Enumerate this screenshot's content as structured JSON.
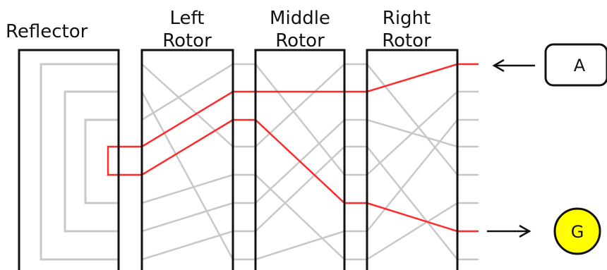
{
  "labels": {
    "reflector": "Reflector",
    "left_rotor_line1": "Left",
    "left_rotor_line2": "Rotor",
    "middle_rotor_line1": "Middle",
    "middle_rotor_line2": "Rotor",
    "right_rotor_line1": "Right",
    "right_rotor_line2": "Rotor"
  },
  "input_key": "A",
  "output_lamp": "G",
  "colors": {
    "signal_path": "#ff2a2a",
    "wiring": "#c8c8c8",
    "frames": "#111111",
    "lamp_fill": "#ffff00"
  }
}
